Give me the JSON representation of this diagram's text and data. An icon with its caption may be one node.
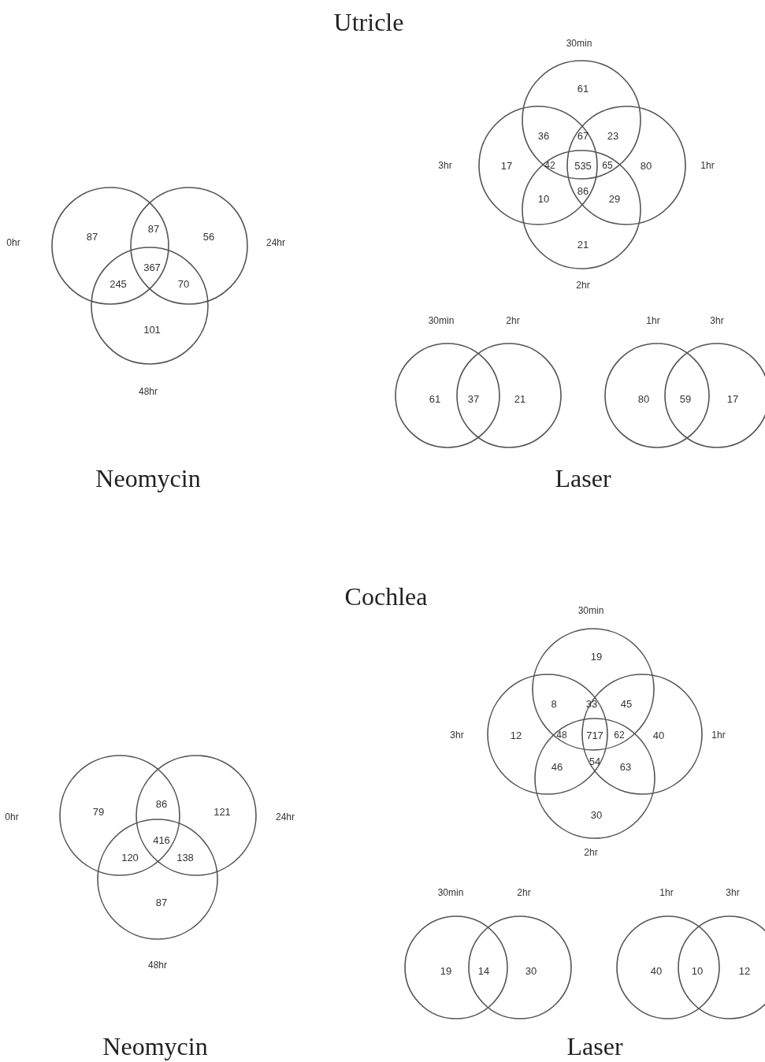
{
  "diagram": {
    "labels": [
      "Utricle",
      "30min",
      "61",
      "36",
      "67",
      "23",
      "3hr",
      "17",
      "42",
      "535",
      "65",
      "80",
      "1hr",
      "10",
      "86",
      "29",
      "21",
      "2hr",
      "0hr",
      "87",
      "87",
      "56",
      "24hr",
      "367",
      "245",
      "70",
      "101",
      "48hr",
      "30min",
      "2hr",
      "61",
      "37",
      "21",
      "1hr",
      "3hr",
      "80",
      "59",
      "17",
      "Neomycin",
      "Laser",
      "Cochlea",
      "30min",
      "19",
      "8",
      "33",
      "45",
      "3hr",
      "12",
      "48",
      "717",
      "62",
      "40",
      "1hr",
      "46",
      "54",
      "63",
      "30",
      "2hr",
      "0hr",
      "79",
      "86",
      "121",
      "24hr",
      "416",
      "120",
      "138",
      "87",
      "48hr",
      "30min",
      "2hr",
      "19",
      "14",
      "30",
      "1hr",
      "3hr",
      "40",
      "10",
      "12",
      "Neomycin",
      "Laser"
    ]
  }
}
